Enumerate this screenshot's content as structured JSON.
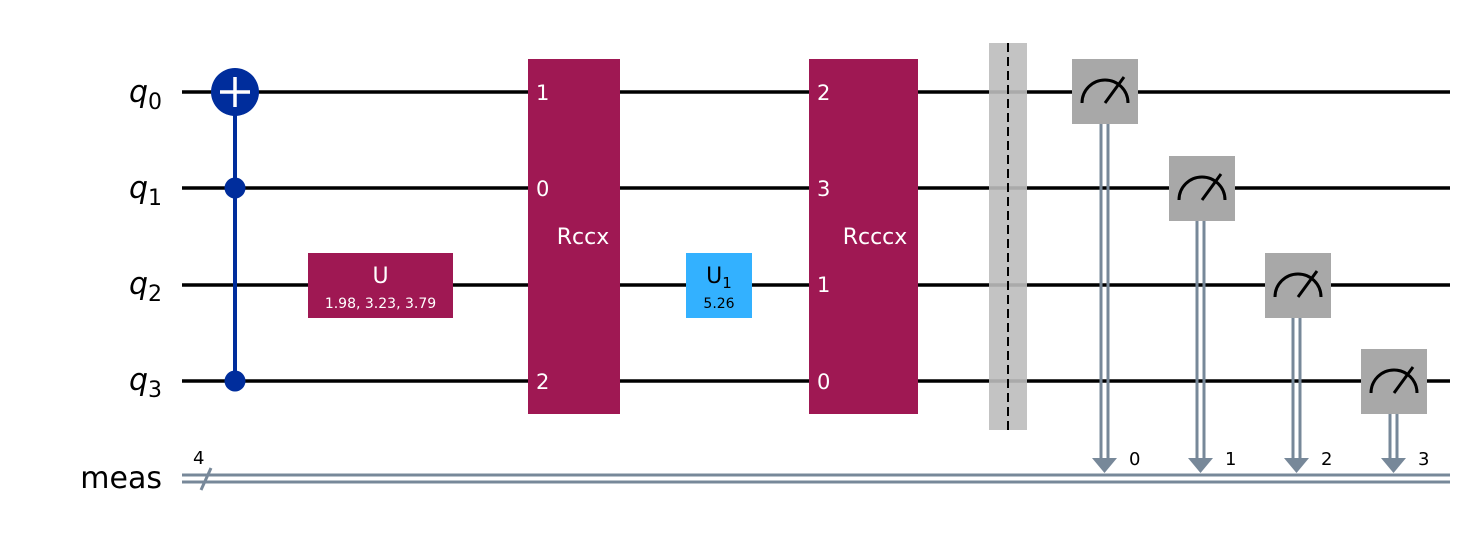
{
  "wires": {
    "q0": {
      "base": "q",
      "sub": "0"
    },
    "q1": {
      "base": "q",
      "sub": "1"
    },
    "q2": {
      "base": "q",
      "sub": "2"
    },
    "q3": {
      "base": "q",
      "sub": "3"
    },
    "meas": "meas",
    "meas_width": "4"
  },
  "gates": {
    "u": {
      "label": "U",
      "params": "1.98, 3.23, 3.79"
    },
    "rccx": {
      "label": "Rccx",
      "pins": {
        "q0": "1",
        "q1": "0",
        "q3": "2"
      }
    },
    "u1": {
      "label": "U",
      "sub": "1",
      "param": "5.26"
    },
    "rcccx": {
      "label": "Rcccx",
      "pins": {
        "q0": "2",
        "q1": "3",
        "q2": "1",
        "q3": "0"
      }
    }
  },
  "measure_bits": [
    "0",
    "1",
    "2",
    "3"
  ],
  "colors": {
    "cnot": "#002d9c",
    "multi_gate": "#9f1853",
    "u1_gate": "#33b1ff",
    "measure_box": "#a8a8a8",
    "classical_wire": "#778899",
    "barrier": "#bdbdbd",
    "wire": "#000000"
  },
  "icons": {
    "cnot_target": "plus-circle-icon",
    "measure": "meter-gauge-icon"
  }
}
